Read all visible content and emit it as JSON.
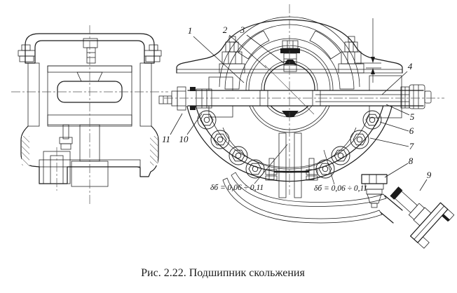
{
  "figure": {
    "caption": "Рис. 2.22. Подшипник скольжения"
  },
  "callouts": {
    "c1": "1",
    "c2": "2",
    "c3": "3",
    "c4": "4",
    "c5": "5",
    "c6": "6",
    "c7": "7",
    "c8": "8",
    "c9": "9",
    "c10": "10",
    "c11": "11"
  },
  "annotations": {
    "gap_left": "δб = 0,06 ÷ 0,11",
    "gap_right": "δб = 0,06 ÷ 0,11"
  }
}
